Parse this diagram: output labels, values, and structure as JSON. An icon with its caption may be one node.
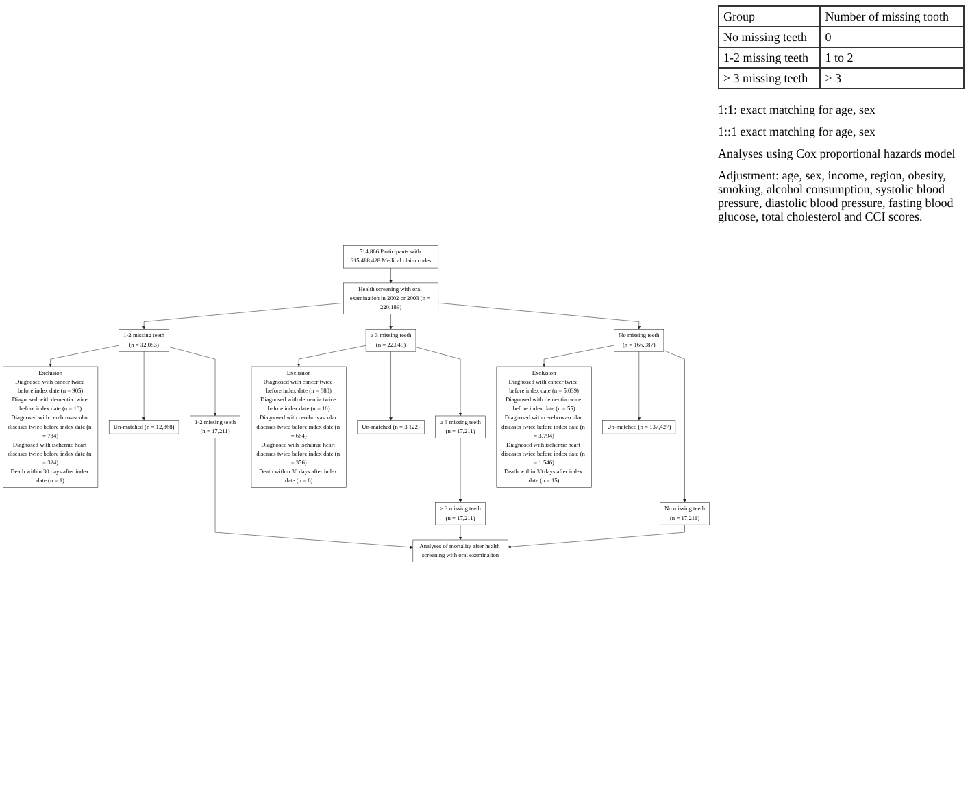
{
  "diagram": {
    "nodes": [
      {
        "text": [
          "514,866 Participants with 615,488,428 Medical claim codes"
        ]
      },
      {
        "text": [
          "Health screening with oral examination in 2002 or 2003 (n = 220,189)"
        ]
      },
      {
        "text": [
          "1-2 missing teeth",
          "(n = 32,053)"
        ]
      },
      {
        "text": [
          "≥ 3 missing teeth",
          "(n = 22,049)"
        ]
      },
      {
        "text": [
          "No missing teeth",
          "(n = 166,087)"
        ]
      },
      {
        "text": [
          "Exclusion",
          "Diagnosed with cancer twice before index date (n = 905)",
          "Diagnosed with dementia twice before index date (n = 10)",
          "Diagnosed with cerebrovascular diseases twice before index date (n = 734)",
          "Diagnosed with ischemic heart diseases twice before index date (n = 324)",
          "Death within 30 days after index date (n = 1)"
        ]
      },
      {
        "text": [
          "Exclusion",
          "Diagnosed with cancer twice before index date (n = 680)",
          "Diagnosed with dementia twice before index date (n = 10)",
          "Diagnosed with cerebrovascular diseases twice before index date (n = 664)",
          "Diagnosed with ischemic heart diseases twice before index date (n = 356)",
          "Death within 30 days after index date (n = 6)"
        ]
      },
      {
        "text": [
          "Exclusion",
          "Diagnosed with cancer twice before index date (n = 5.039)",
          "Diagnosed with dementia twice before index date (n = 55)",
          "Diagnosed with cerebrovascular diseases twice before index date (n = 3.794)",
          "Diagnosed with ischemic heart diseases twice before index date (n = 1.546)",
          "Death within 30 days after index date (n = 15)"
        ]
      },
      {
        "text": [
          "Un-matched (n = 12,868)"
        ]
      },
      {
        "text": [
          "Un-matched (n = 3,122)"
        ]
      },
      {
        "text": [
          "1-2 missing teeth",
          "(n = 17,211)"
        ]
      },
      {
        "text": [
          "≥ 3 missing teeth",
          "(n = 17,211)"
        ]
      },
      {
        "text": [
          "Un-matched (n = 137,427)"
        ]
      },
      {
        "text": [
          "≥ 3 missing teeth",
          "(n = 17,211)"
        ]
      },
      {
        "text": [
          "No missing teeth",
          "(n = 17,211)"
        ]
      },
      {
        "text": [
          "Analyses of mortality after health screening with oral examination"
        ]
      }
    ],
    "edges": [
      {
        "from": 0,
        "to": 1,
        "arrow": "to"
      },
      {
        "from": 1,
        "to": 2,
        "arrow": "to"
      },
      {
        "from": 1,
        "to": 3,
        "arrow": "to"
      },
      {
        "from": 1,
        "to": 4,
        "arrow": "to"
      },
      {
        "from": 2,
        "to": 5,
        "arrow": "to"
      },
      {
        "from": 3,
        "to": 6,
        "arrow": "to"
      },
      {
        "from": 4,
        "to": 7,
        "arrow": "to"
      },
      {
        "from": 2,
        "to": 8,
        "arrow": "to"
      },
      {
        "from": 3,
        "to": 9,
        "arrow": "to"
      },
      {
        "from": 2,
        "to": 10,
        "arrow": "to"
      },
      {
        "from": 3,
        "to": 11,
        "arrow": "to"
      },
      {
        "from": 4,
        "to": 12,
        "arrow": "to"
      },
      {
        "from": 11,
        "to": 13,
        "arrow": "to"
      },
      {
        "from": 4,
        "to": 14,
        "arrow": "to"
      },
      {
        "from": 10,
        "to": 15,
        "arrow": "to"
      },
      {
        "from": 13,
        "to": 15,
        "arrow": "to"
      },
      {
        "from": 14,
        "to": 15,
        "arrow": "to"
      }
    ],
    "labels": [
      "Group",
      "Number of missing tooth",
      "No missing teeth",
      "0",
      "1-2 missing teeth",
      "1 to 2",
      "≥ 3 missing teeth",
      "≥ 3",
      "1:1: exact matching for age, sex",
      "1::1 exact matching for age, sex",
      "Analyses using Cox proportional hazards model",
      "Adjustment: age, sex, income, region, obesity, smoking, alcohol consumption, systolic blood pressure, diastolic blood pressure, fasting blood glucose, total cholesterol and CCI scores."
    ]
  }
}
